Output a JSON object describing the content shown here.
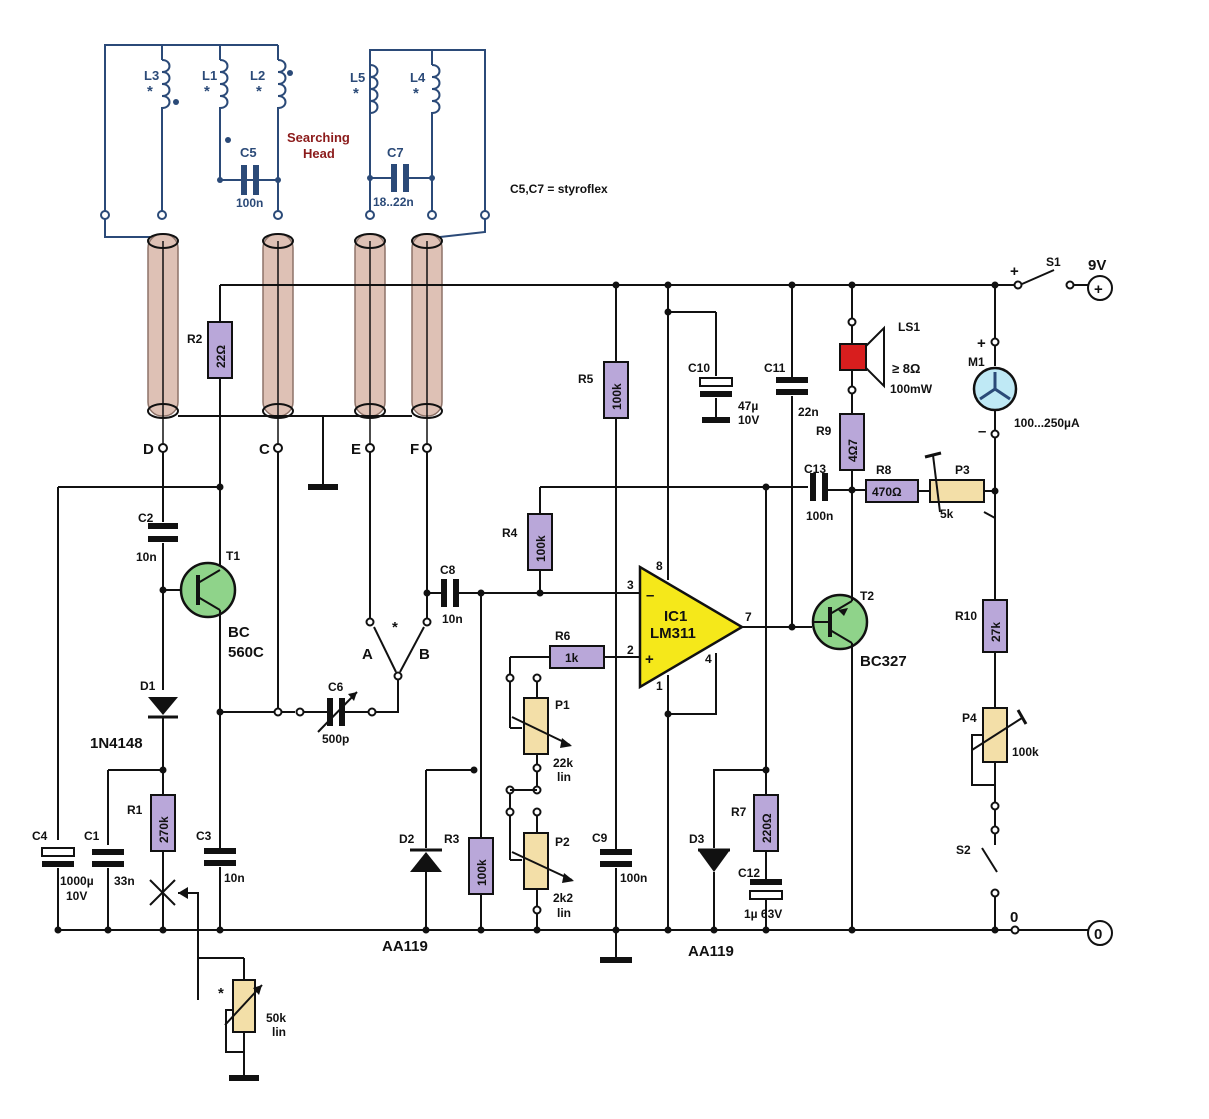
{
  "search_head": {
    "label_line1": "Searching",
    "label_line2": "Head",
    "color": "#8b1a1a"
  },
  "note": "C5,C7 = styroflex",
  "supply": {
    "switch": "S1",
    "voltage": "9V",
    "plus": "+",
    "ground": "0"
  },
  "colors": {
    "resistor": "#b9a7d9",
    "potentiometer": "#f3dfa8",
    "transistor": "#8fd38a",
    "opamp": "#f5e81a",
    "meter": "#bfe9f5",
    "speaker": "#d81e1e",
    "coax": "#d9b7a9",
    "head_wiring": "#2b4a78"
  },
  "coils": {
    "l1": "L1",
    "l2": "L2",
    "l3": "L3",
    "l4": "L4",
    "l5": "L5",
    "star": "*"
  },
  "capacitors": {
    "c1": {
      "name": "C1",
      "value": "33n"
    },
    "c2": {
      "name": "C2",
      "value": "10n"
    },
    "c3": {
      "name": "C3",
      "value": "10n"
    },
    "c4": {
      "name": "C4",
      "value1": "1000µ",
      "value2": "10V"
    },
    "c5": {
      "name": "C5",
      "value": "100n"
    },
    "c6": {
      "name": "C6",
      "value": "500p"
    },
    "c7": {
      "name": "C7",
      "value": "18..22n"
    },
    "c8": {
      "name": "C8",
      "value": "10n"
    },
    "c9": {
      "name": "C9",
      "value": "100n"
    },
    "c10": {
      "name": "C10",
      "value1": "47µ",
      "value2": "10V"
    },
    "c11": {
      "name": "C11",
      "value": "22n"
    },
    "c12": {
      "name": "C12",
      "value": "1µ 63V"
    },
    "c13": {
      "name": "C13",
      "value": "100n"
    }
  },
  "resistors": {
    "r1": {
      "name": "R1",
      "value": "270k"
    },
    "r2": {
      "name": "R2",
      "value": "22Ω"
    },
    "r3": {
      "name": "R3",
      "value": "100k"
    },
    "r4": {
      "name": "R4",
      "value": "100k"
    },
    "r5": {
      "name": "R5",
      "value": "100k"
    },
    "r6": {
      "name": "R6",
      "value": "1k"
    },
    "r7": {
      "name": "R7",
      "value": "220Ω"
    },
    "r8": {
      "name": "R8",
      "value": "470Ω"
    },
    "r9": {
      "name": "R9",
      "value": "4Ω7"
    },
    "r10": {
      "name": "R10",
      "value": "27k"
    }
  },
  "pots": {
    "p1": {
      "name": "P1",
      "value1": "22k",
      "value2": "lin"
    },
    "p2": {
      "name": "P2",
      "value1": "2k2",
      "value2": "lin"
    },
    "p3": {
      "name": "P3",
      "value": "5k"
    },
    "p4": {
      "name": "P4",
      "value": "100k"
    },
    "px": {
      "star": "*",
      "value1": "50k",
      "value2": "lin"
    }
  },
  "semis": {
    "t1": {
      "name": "T1",
      "type1": "BC",
      "type2": "560C"
    },
    "t2": {
      "name": "T2",
      "type": "BC327"
    },
    "d1": {
      "name": "D1",
      "type": "1N4148"
    },
    "d2": {
      "name": "D2",
      "type": "AA119"
    },
    "d3": {
      "name": "D3",
      "type": "AA119"
    },
    "ic1": {
      "name": "IC1",
      "type": "LM311",
      "pin2": "2",
      "pin3": "3",
      "pin4": "4",
      "pin7": "7",
      "pin8": "8",
      "pin1": "1",
      "minus": "–",
      "plus": "+"
    }
  },
  "outputs": {
    "ls1": {
      "name": "LS1",
      "value1": "≥ 8Ω",
      "value2": "100mW"
    },
    "m1": {
      "name": "M1",
      "range": "100...250µA",
      "plus": "+",
      "minus": "–"
    },
    "s2": "S2"
  },
  "nodes": {
    "d": "D",
    "c": "C",
    "e": "E",
    "f": "F",
    "a": "A",
    "b": "B",
    "star": "*"
  }
}
